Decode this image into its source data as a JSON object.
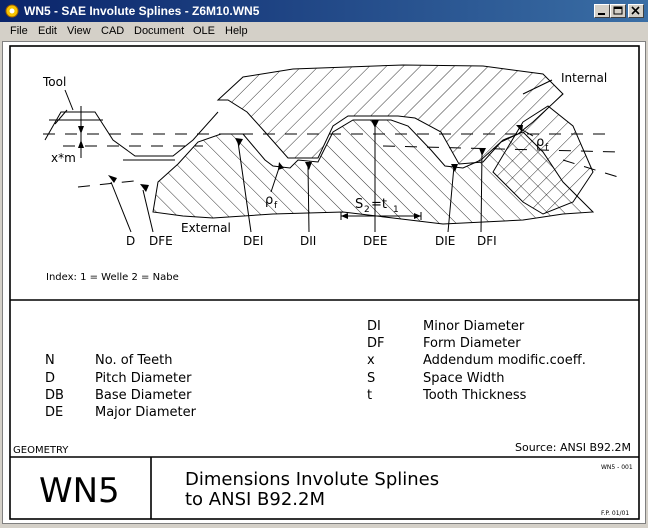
{
  "window": {
    "title": "WN5 - SAE Involute Splines  -  Z6M10.WN5"
  },
  "menu": [
    "File",
    "Edit",
    "View",
    "CAD",
    "Document",
    "OLE",
    "Help"
  ],
  "drawing": {
    "labels": {
      "tool": "Tool",
      "internal": "Internal",
      "external": "External",
      "xm": "x*m",
      "pf": "ρ",
      "pf_sub": "f",
      "s2": "S",
      "s2_sub": "2",
      "eq": "=t",
      "t_sub": "1",
      "D": "D",
      "DFE": "DFE",
      "DEI": "DEI",
      "DII": "DII",
      "DEE": "DEE",
      "DIE": "DIE",
      "DFI": "DFI"
    },
    "index_text": "Index:  1 = Welle    2 = Nabe"
  },
  "legend": {
    "left": [
      {
        "code": "N",
        "desc": "No. of Teeth"
      },
      {
        "code": "D",
        "desc": "Pitch Diameter"
      },
      {
        "code": "DB",
        "desc": "Base Diameter"
      },
      {
        "code": "DE",
        "desc": "Major Diameter"
      }
    ],
    "right": [
      {
        "code": "DI",
        "desc": "Minor Diameter"
      },
      {
        "code": "DF",
        "desc": "Form Diameter"
      },
      {
        "code": "x",
        "desc": "Addendum modific.coeff."
      },
      {
        "code": "S",
        "desc": "Space Width"
      },
      {
        "code": "t",
        "desc": "Tooth Thickness"
      }
    ]
  },
  "section": "GEOMETRY",
  "source": "Source:  ANSI B92.2M",
  "footer": {
    "code": "WN5",
    "line1": "Dimensions Involute Splines",
    "line2": "to ANSI B92.2M",
    "ref": "WN5 - 001",
    "page": "F.P. 01/01"
  }
}
